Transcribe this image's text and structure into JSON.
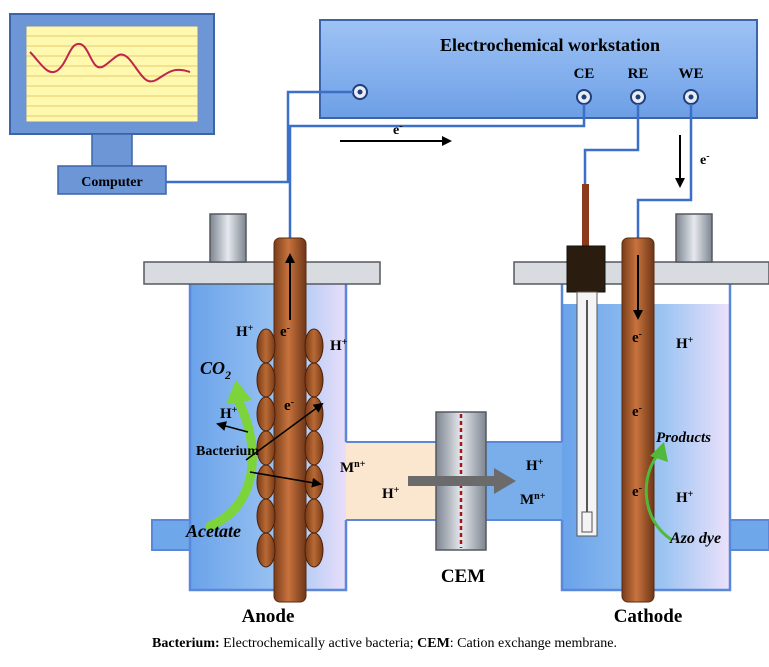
{
  "workstation": {
    "title": "Electrochemical workstation",
    "terminals": [
      "CE",
      "RE",
      "WE"
    ]
  },
  "computer": {
    "label": "Computer"
  },
  "labels": {
    "electron": "e",
    "electron_sup": "-",
    "proton": "H",
    "proton_sup": "+",
    "metal_ion": "M",
    "metal_ion_sup": "n+",
    "co2": "CO",
    "co2_sub": "2",
    "bacterium": "Bacterium",
    "acetate": "Acetate",
    "products": "Products",
    "azo_dye": "Azo dye",
    "cem": "CEM",
    "anode": "Anode",
    "cathode": "Cathode"
  },
  "caption": {
    "term1": "Bacterium:",
    "def1": " Electrochemically active bacteria; ",
    "term2": "CEM",
    "def2": ": Cation exchange membrane."
  },
  "colors": {
    "wire": "#3b6fc8",
    "electrode": "#a0522d",
    "frame": "#5b87d8",
    "solution": "#6ea8ea",
    "bacteria": "#a35a2a",
    "arrow_green": "#7cd33a"
  }
}
